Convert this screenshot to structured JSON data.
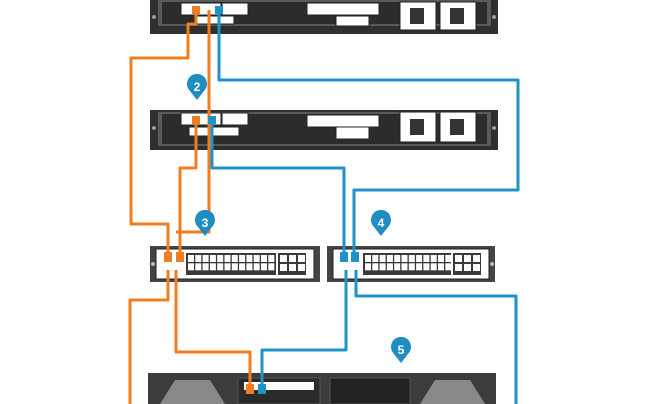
{
  "colors": {
    "orange_cable": "#f07d1f",
    "blue_cable": "#1f93c8",
    "chassis_dark": "#3a3a3a",
    "chassis_mid": "#6a6a6a",
    "marker": "#1f8dc4",
    "background": "#ffffff"
  },
  "markers": [
    {
      "id": "2",
      "label": "2"
    },
    {
      "id": "3",
      "label": "3"
    },
    {
      "id": "4",
      "label": "4"
    },
    {
      "id": "5",
      "label": "5"
    }
  ],
  "devices": [
    {
      "name": "server-top",
      "kind": "rack-server"
    },
    {
      "name": "server-2",
      "kind": "rack-server"
    },
    {
      "name": "switch-3",
      "kind": "network-switch"
    },
    {
      "name": "switch-4",
      "kind": "network-switch"
    },
    {
      "name": "storage-5",
      "kind": "storage-enclosure"
    }
  ]
}
